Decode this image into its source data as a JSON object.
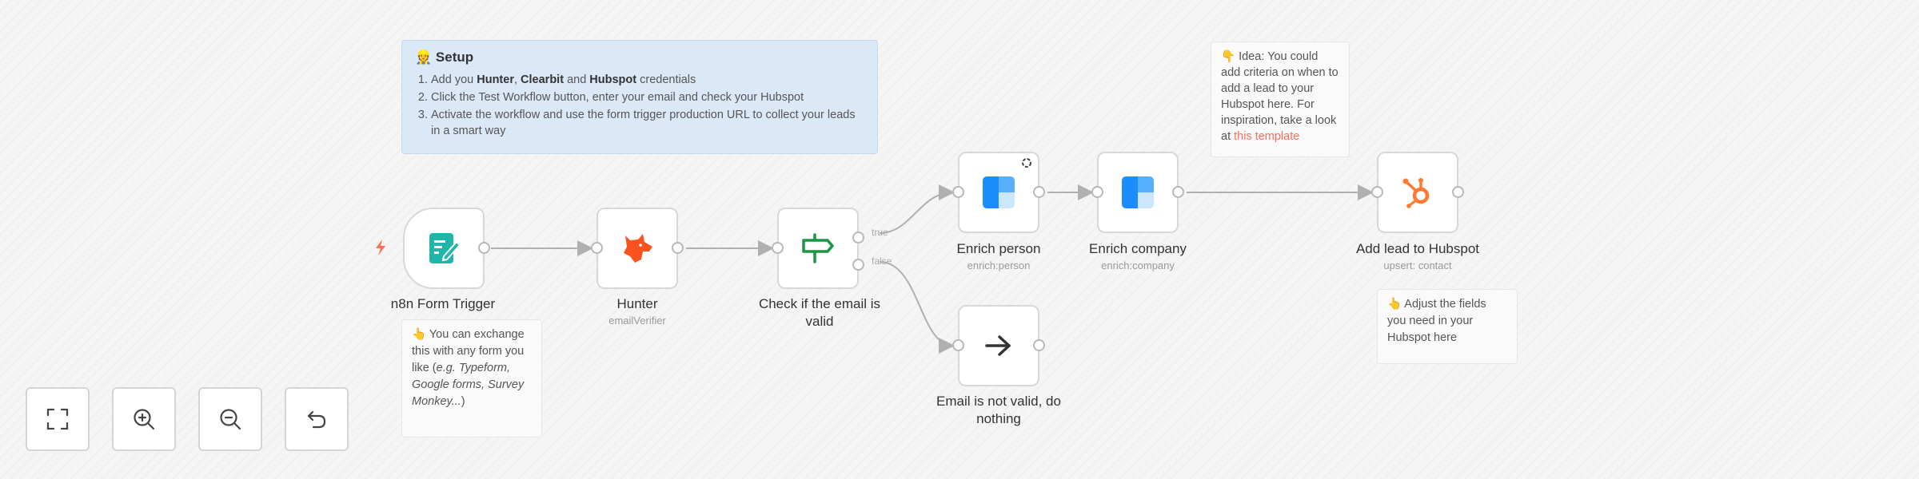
{
  "canvas": {
    "background": "#f5f5f5",
    "accent": "#ff6d5a"
  },
  "setup_note": {
    "icon": "construction-worker-emoji",
    "title": "Setup",
    "steps": [
      {
        "prefix": "Add you ",
        "b1": "Hunter",
        "sep1": ", ",
        "b2": "Clearbit",
        "sep2": " and ",
        "b3": "Hubspot",
        "suffix": " credentials"
      },
      {
        "text": "Click the Test Workflow button, enter your email and check your Hubspot"
      },
      {
        "text": "Activate the workflow and use the form trigger production URL to collect your leads in a smart way"
      }
    ]
  },
  "idea_note": {
    "icon": "pointing-down-emoji",
    "text": "Idea: You could add criteria on when to add a lead to your Hubspot here. For inspiration, take a look at ",
    "link": "this template"
  },
  "form_note": {
    "icon": "pointing-up-emoji",
    "text1": "You can exchange this with any form you like (",
    "italic": "e.g. Typeform, Google forms, Survey Monkey...",
    "text2": ")"
  },
  "hubspot_note": {
    "icon": "pointing-up-emoji",
    "text": "Adjust the fields you need in your Hubspot here"
  },
  "nodes": [
    {
      "name": "n8n Form Trigger",
      "subtitle": "",
      "icon": "form-icon",
      "color": "#1fb5a8"
    },
    {
      "name": "Hunter",
      "subtitle": "emailVerifier",
      "icon": "hunter-fox-icon",
      "color": "#fa5320"
    },
    {
      "name": "Check if the email is valid",
      "subtitle": "",
      "icon": "signpost-icon",
      "color": "#1a9644",
      "outputs": [
        "true",
        "false"
      ]
    },
    {
      "name": "Enrich person",
      "subtitle": "enrich:person",
      "icon": "clearbit-icon",
      "color": "#1c8dfc"
    },
    {
      "name": "Enrich company",
      "subtitle": "enrich:company",
      "icon": "clearbit-icon",
      "color": "#1c8dfc"
    },
    {
      "name": "Add lead to Hubspot",
      "subtitle": "upsert: contact",
      "icon": "hubspot-icon",
      "color": "#ff7a30"
    },
    {
      "name": "Email is not valid, do nothing",
      "subtitle": "",
      "icon": "arrow-right-icon",
      "color": "#333333"
    }
  ],
  "controls": [
    {
      "label": "Zoom to fit",
      "icon": "fit-view-icon"
    },
    {
      "label": "Zoom in",
      "icon": "zoom-in-icon"
    },
    {
      "label": "Zoom out",
      "icon": "zoom-out-icon"
    },
    {
      "label": "Reset zoom",
      "icon": "undo-icon"
    }
  ]
}
